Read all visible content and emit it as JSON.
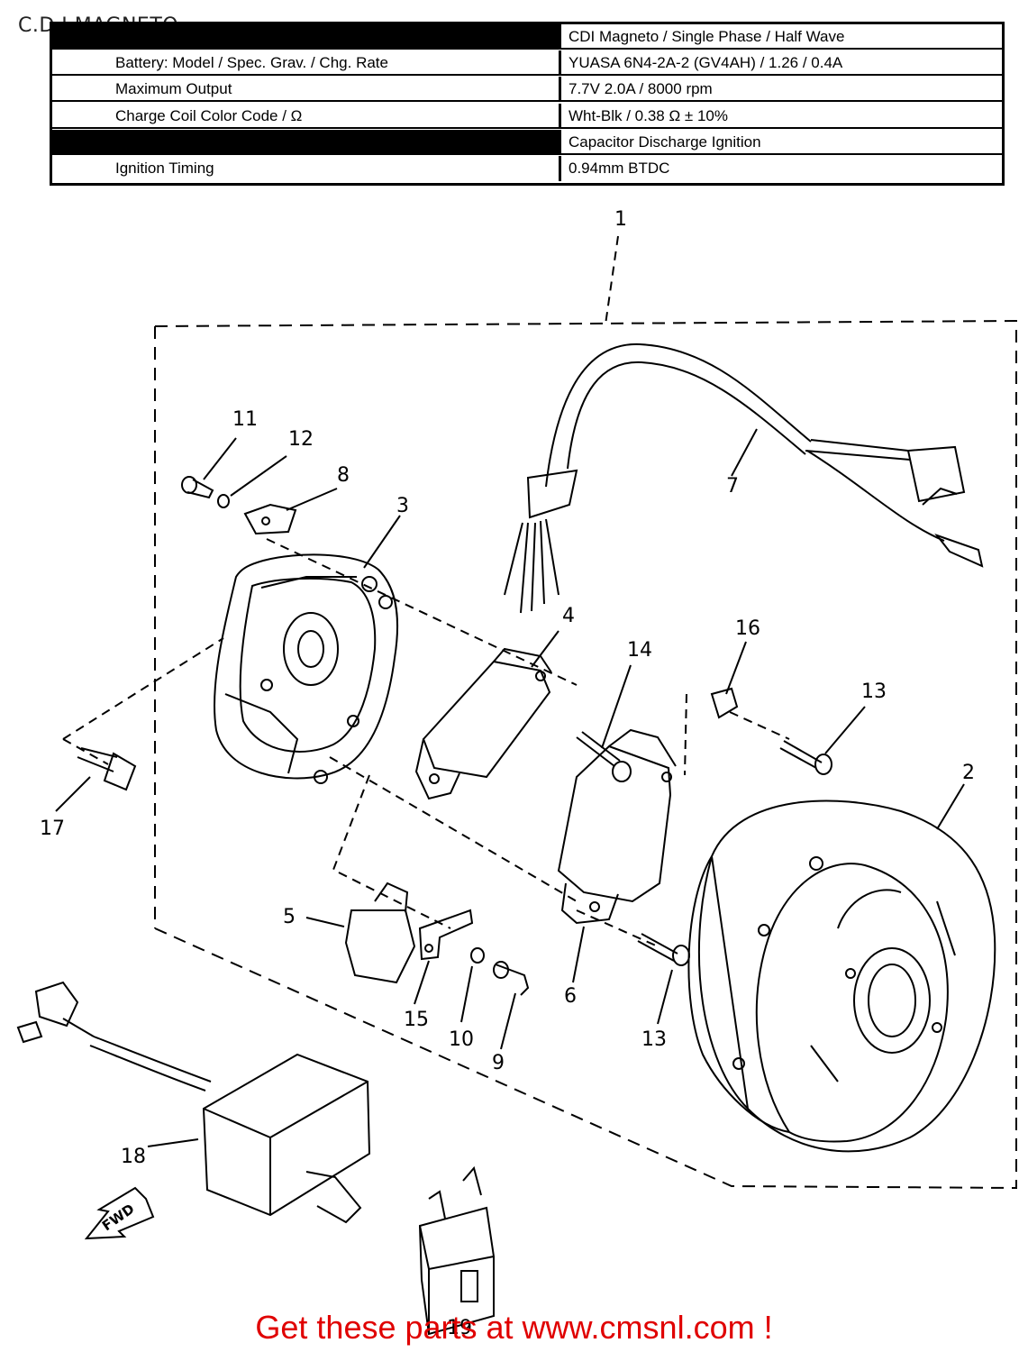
{
  "title": "C.D.I MAGNETO",
  "spec_table": [
    {
      "label": "",
      "value": "CDI Magneto / Single Phase / Half Wave",
      "dark": true
    },
    {
      "label": "Battery: Model / Spec. Grav. / Chg. Rate",
      "value": "YUASA 6N4-2A-2 (GV4AH) / 1.26 / 0.4A",
      "dark": false
    },
    {
      "label": "Maximum Output",
      "value": "7.7V 2.0A / 8000 rpm",
      "dark": false
    },
    {
      "label": "Charge Coil Color Code / Ω",
      "value": "Wht-Blk / 0.38 Ω ± 10%",
      "dark": false
    },
    {
      "label": "",
      "value": "Capacitor Discharge Ignition",
      "dark": true
    },
    {
      "label": "Ignition Timing",
      "value": "0.94mm BTDC",
      "dark": false
    }
  ],
  "callouts": [
    "1",
    "2",
    "3",
    "4",
    "5",
    "6",
    "7",
    "8",
    "9",
    "10",
    "11",
    "12",
    "13",
    "13",
    "14",
    "15",
    "16",
    "17",
    "18",
    "19"
  ],
  "fwd_label": "FWD",
  "footer": "Get these parts at www.cmsnl.com !"
}
